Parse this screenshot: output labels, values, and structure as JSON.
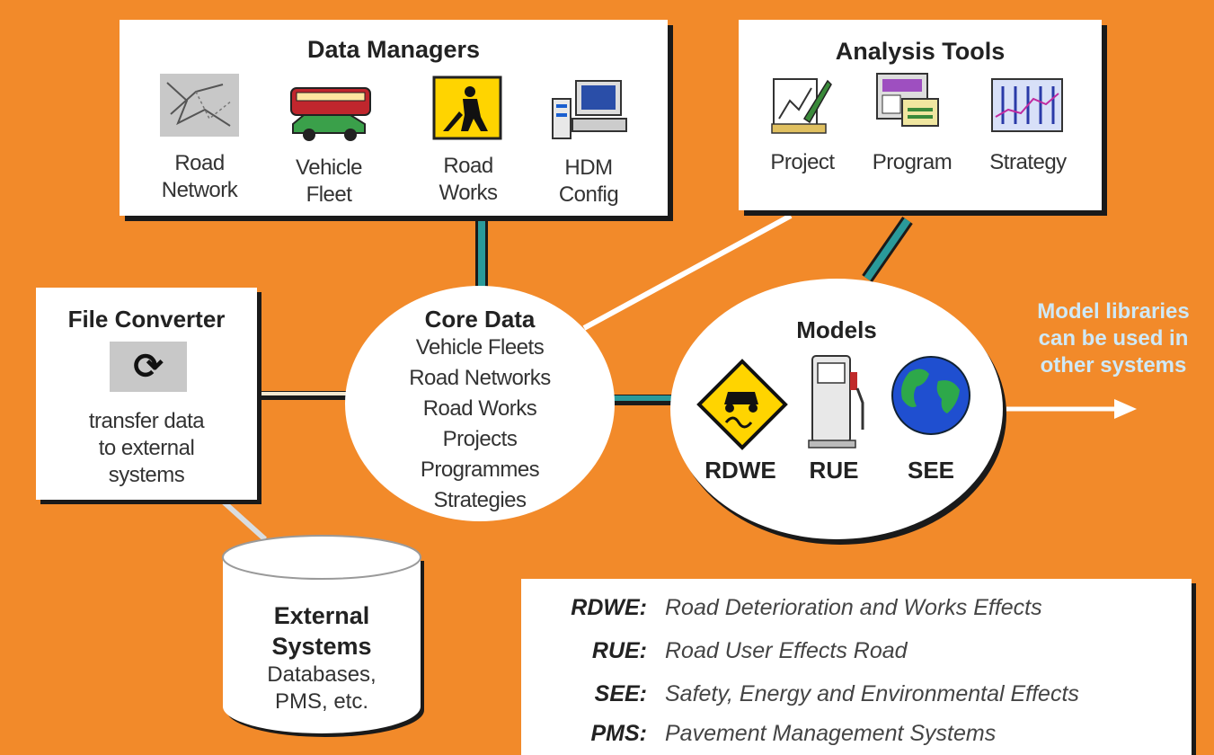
{
  "data_managers": {
    "title": "Data Managers",
    "items": [
      {
        "icon": "road-network-icon",
        "line1": "Road",
        "line2": "Network"
      },
      {
        "icon": "vehicle-fleet-icon",
        "line1": "Vehicle",
        "line2": "Fleet"
      },
      {
        "icon": "road-works-icon",
        "line1": "Road",
        "line2": "Works"
      },
      {
        "icon": "hdm-config-icon",
        "line1": "HDM",
        "line2": "Config"
      }
    ]
  },
  "analysis_tools": {
    "title": "Analysis Tools",
    "items": [
      {
        "icon": "project-icon",
        "label": "Project"
      },
      {
        "icon": "program-icon",
        "label": "Program"
      },
      {
        "icon": "strategy-icon",
        "label": "Strategy"
      }
    ]
  },
  "file_converter": {
    "title": "File Converter",
    "icon": "refresh-icon",
    "lines": [
      "transfer data",
      "to external",
      "systems"
    ]
  },
  "core_data": {
    "title": "Core Data",
    "items": [
      "Vehicle Fleets",
      "Road Networks",
      "Road Works",
      "Projects",
      "Programmes",
      "Strategies"
    ]
  },
  "models": {
    "title": "Models",
    "items": [
      {
        "icon": "road-sign-icon",
        "label": "RDWE"
      },
      {
        "icon": "fuel-pump-icon",
        "label": "RUE"
      },
      {
        "icon": "globe-icon",
        "label": "SEE"
      }
    ]
  },
  "external_systems": {
    "title_line1": "External",
    "title_line2": "Systems",
    "line1": "Databases,",
    "line2": "PMS, etc."
  },
  "note": {
    "lines": [
      "Model libraries",
      "can be used in",
      "other systems"
    ]
  },
  "legend": [
    {
      "abbr": "RDWE:",
      "def": "Road Deterioration and Works Effects"
    },
    {
      "abbr": "RUE:",
      "def": "Road User Effects Road"
    },
    {
      "abbr": "SEE:",
      "def": "Safety, Energy and Environmental Effects"
    },
    {
      "abbr": "PMS:",
      "def": "Pavement Management Systems"
    }
  ],
  "colors": {
    "background": "#f28a2a",
    "connector": "#2a9a9a",
    "note_text": "#cfe9f7"
  }
}
